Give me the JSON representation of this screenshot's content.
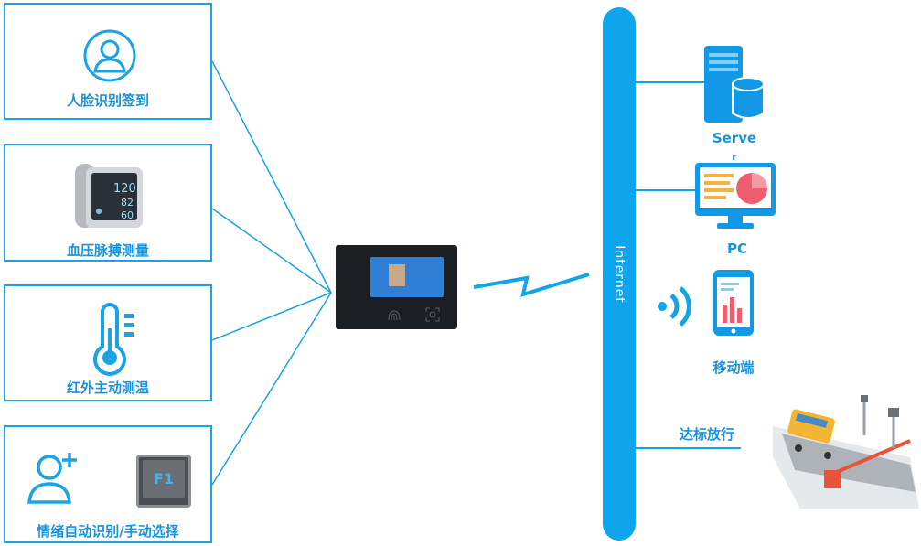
{
  "left_boxes": {
    "face": {
      "label": "人脸识别签到"
    },
    "bp": {
      "label": "血压脉搏测量",
      "readings": [
        "120",
        "82",
        "60"
      ]
    },
    "temp": {
      "label": "红外主动测温"
    },
    "mood": {
      "label": "情绪自动识别/手动选择",
      "key_label": "F1"
    }
  },
  "network": {
    "label": "Internet"
  },
  "right_nodes": {
    "server": {
      "label_line1": "Serve",
      "label_line2": "r"
    },
    "pc": {
      "label": "PC"
    },
    "mobile": {
      "label": "移动端"
    },
    "gate": {
      "label": "达标放行"
    }
  },
  "colors": {
    "accent": "#1ba3e6",
    "network": "#0ea5eb",
    "label": "#1a93dc"
  }
}
